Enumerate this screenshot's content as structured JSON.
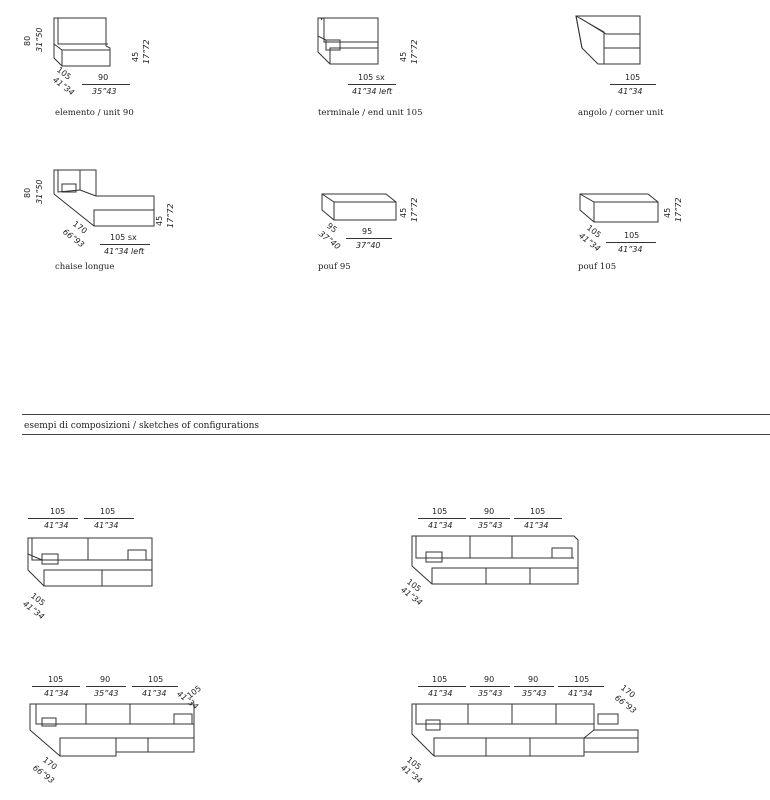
{
  "units": [
    {
      "id": "elemento",
      "caption": "elemento / unit 90",
      "w_cm": "90",
      "w_in": "35”43",
      "d_cm": "105",
      "d_in": "41”34",
      "h_cm": "80",
      "h_in": "31”50",
      "s_cm": "45",
      "s_in": "17”72"
    },
    {
      "id": "terminale",
      "caption": "terminale / end unit 105",
      "w_cm": "105 sx",
      "w_in": "41”34 left",
      "s_cm": "45",
      "s_in": "17”72"
    },
    {
      "id": "angolo",
      "caption": "angolo / corner unit",
      "w_cm": "105",
      "w_in": "41”34"
    },
    {
      "id": "chaise",
      "caption": "chaise longue",
      "w_cm": "105 sx",
      "w_in": "41”34 left",
      "d_cm": "170",
      "d_in": "66”93",
      "h_cm": "80",
      "h_in": "31”50",
      "s_cm": "45",
      "s_in": "17”72"
    },
    {
      "id": "pouf95",
      "caption": "pouf 95",
      "w_cm": "95",
      "w_in": "37”40",
      "d_cm": "95",
      "d_in": "37”40",
      "s_cm": "45",
      "s_in": "17”72"
    },
    {
      "id": "pouf105",
      "caption": "pouf 105",
      "w_cm": "105",
      "w_in": "41”34",
      "d_cm": "105",
      "d_in": "41”34",
      "s_cm": "45",
      "s_in": "17”72"
    }
  ],
  "section_title": "esempi di composizioni / sketches of configurations",
  "configs": [
    {
      "id": "c1",
      "widths": [
        {
          "cm": "105",
          "in": "41”34"
        },
        {
          "cm": "105",
          "in": "41”34"
        }
      ],
      "depth": {
        "cm": "105",
        "in": "41”34"
      }
    },
    {
      "id": "c2",
      "widths": [
        {
          "cm": "105",
          "in": "41”34"
        },
        {
          "cm": "90",
          "in": "35”43"
        },
        {
          "cm": "105",
          "in": "41”34"
        }
      ],
      "depth": {
        "cm": "105",
        "in": "41”34"
      }
    },
    {
      "id": "c3",
      "widths": [
        {
          "cm": "105",
          "in": "41”34"
        },
        {
          "cm": "90",
          "in": "35”43"
        },
        {
          "cm": "105",
          "in": "41”34"
        }
      ],
      "side": {
        "cm": "105",
        "in": "41”34"
      },
      "depth": {
        "cm": "170",
        "in": "66”93"
      }
    },
    {
      "id": "c4",
      "widths": [
        {
          "cm": "105",
          "in": "41”34"
        },
        {
          "cm": "90",
          "in": "35”43"
        },
        {
          "cm": "90",
          "in": "35”43"
        },
        {
          "cm": "105",
          "in": "41”34"
        }
      ],
      "side": {
        "cm": "170",
        "in": "66”93"
      },
      "depth": {
        "cm": "105",
        "in": "41”34"
      }
    }
  ]
}
